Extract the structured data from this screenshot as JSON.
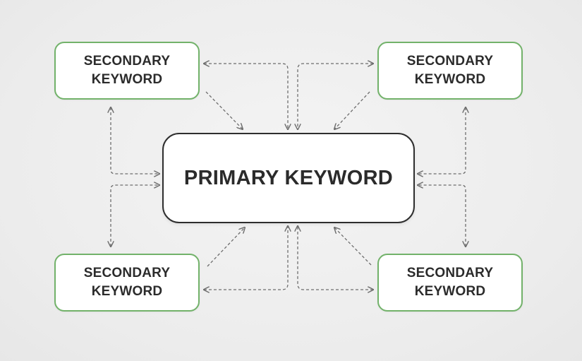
{
  "diagram": {
    "primary": {
      "label": "PRIMARY KEYWORD"
    },
    "secondary": [
      {
        "id": "top-left",
        "label": "SECONDARY KEYWORD"
      },
      {
        "id": "top-right",
        "label": "SECONDARY KEYWORD"
      },
      {
        "id": "bottom-left",
        "label": "SECONDARY KEYWORD"
      },
      {
        "id": "bottom-right",
        "label": "SECONDARY KEYWORD"
      }
    ]
  },
  "colors": {
    "background": "#efefef",
    "secondary_border": "#72b26a",
    "primary_border": "#2e2e2e",
    "connector": "#6e6e6e",
    "text": "#2b2b2b"
  }
}
